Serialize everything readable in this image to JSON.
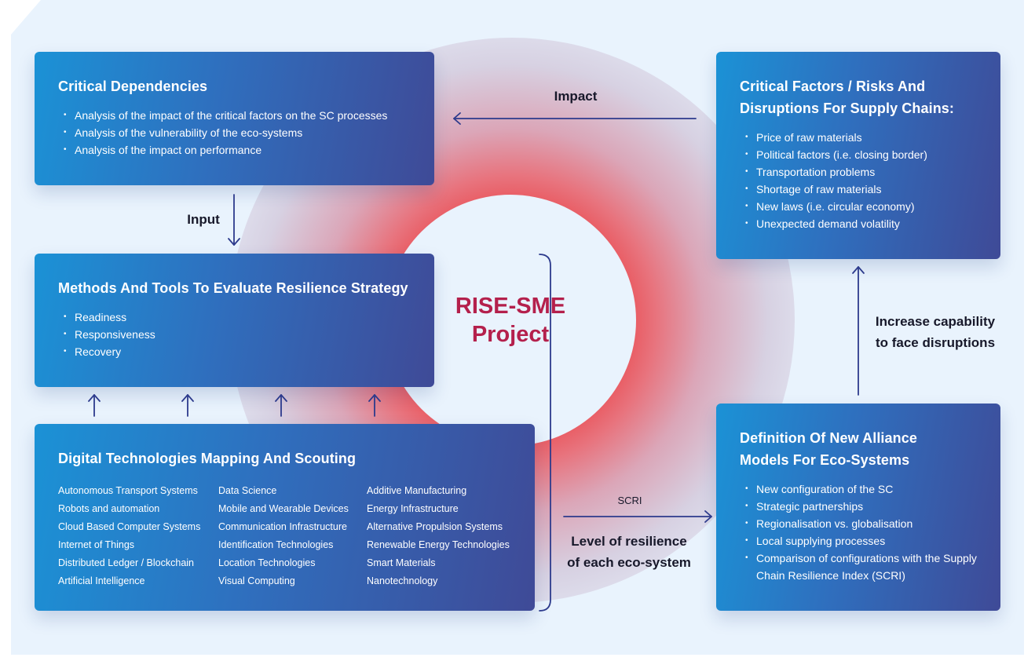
{
  "center_title": {
    "line1": "RISE-SME",
    "line2": "Project"
  },
  "critical_dependencies": {
    "title": "Critical Dependencies",
    "items": [
      "Analysis of the impact of the critical factors on the SC processes",
      "Analysis of the vulnerability of the eco-systems",
      "Analysis of the impact on performance"
    ]
  },
  "methods_tools": {
    "title": "Methods And Tools To Evaluate Resilience Strategy",
    "items": [
      "Readiness",
      "Responsiveness",
      "Recovery"
    ]
  },
  "digital_tech": {
    "title": "Digital Technologies Mapping And Scouting",
    "columns": [
      [
        "Autonomous Transport Systems",
        "Robots and automation",
        "Cloud Based Computer Systems",
        "Internet of Things",
        "Distributed Ledger / Blockchain",
        "Artificial Intelligence"
      ],
      [
        "Data Science",
        "Mobile and Wearable Devices",
        "Communication Infrastructure",
        "Identification Technologies",
        "Location Technologies",
        "Visual Computing"
      ],
      [
        "Additive Manufacturing",
        "Energy Infrastructure",
        "Alternative Propulsion Systems",
        "Renewable Energy Technologies",
        "Smart Materials",
        "Nanotechnology"
      ]
    ]
  },
  "critical_factors": {
    "title_line1": "Critical Factors / Risks And",
    "title_line2": "Disruptions For Supply Chains:",
    "items": [
      "Price of raw materials",
      "Political factors (i.e. closing border)",
      "Transportation problems",
      "Shortage of raw materials",
      "New laws (i.e. circular economy)",
      "Unexpected demand volatility"
    ]
  },
  "alliance_models": {
    "title_line1": "Definition Of New Alliance",
    "title_line2": "Models For Eco-Systems",
    "items": [
      "New configuration of the SC",
      "Strategic partnerships",
      "Regionalisation vs. globalisation",
      "Local supplying processes",
      "Comparison of configurations with the Supply Chain Resilience Index (SCRI)"
    ]
  },
  "labels": {
    "impact": "Impact",
    "input": "Input",
    "increase_line1": "Increase capability",
    "increase_line2": "to face disruptions",
    "scri": "SCRI",
    "level_line1": "Level of resilience",
    "level_line2": "of each eco-system"
  },
  "colors": {
    "card_start": "#1b92d6",
    "card_end": "#3f4a97",
    "center_title": "#b4204c",
    "arrow": "#2c3a8c",
    "background": "#e9f3fd"
  }
}
